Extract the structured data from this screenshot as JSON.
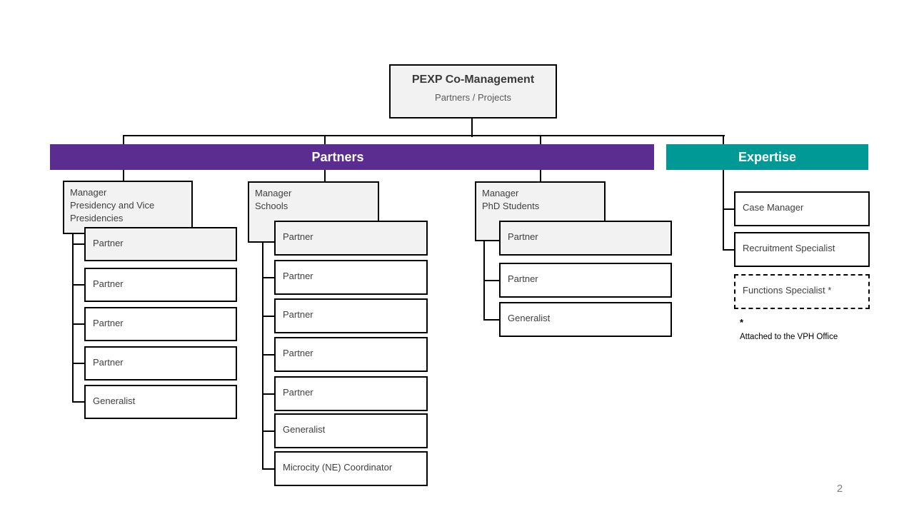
{
  "slide": {
    "page_number": "2"
  },
  "root_box": {
    "title": "PEXP Co-Management",
    "subtitle": "Partners / Projects"
  },
  "bands": {
    "partners": {
      "label": "Partners",
      "color": "#5B2D90"
    },
    "expertise": {
      "label": "Expertise",
      "color": "#009996"
    }
  },
  "columns": [
    {
      "id": "presidency",
      "manager": "Manager\nPresidency and Vice\nPresidencies",
      "children": [
        "Partner",
        "Partner",
        "Partner",
        "Partner",
        "Generalist"
      ]
    },
    {
      "id": "schools",
      "manager": "Manager\nSchools",
      "children": [
        "Partner",
        "Partner",
        "Partner",
        "Partner",
        "Partner",
        "Generalist",
        "Microcity (NE) Coordinator"
      ]
    },
    {
      "id": "phd-students",
      "manager": "Manager\nPhD Students",
      "children": [
        "Partner",
        "Partner",
        "Generalist"
      ]
    },
    {
      "id": "expertise",
      "manager": null,
      "children": [
        "Case Manager",
        "Recruitment Specialist",
        "Functions Specialist *"
      ]
    }
  ],
  "footnote": {
    "marker": "*",
    "text": "Attached to the VPH Office"
  },
  "line_color": "#000000"
}
